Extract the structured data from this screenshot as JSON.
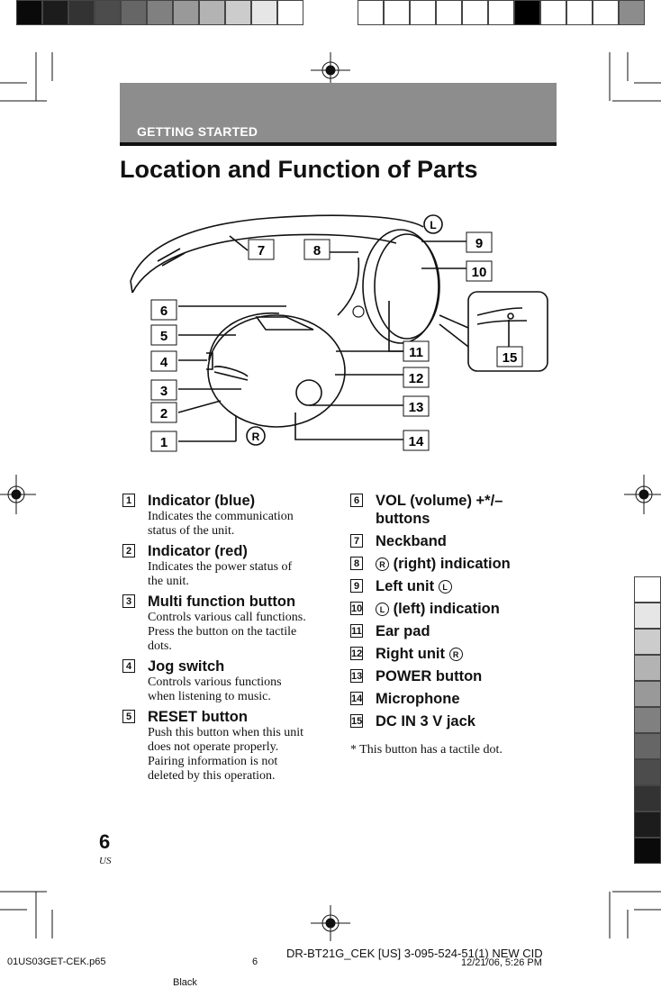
{
  "color_bars": {
    "top_left": [
      "#0a0a0a",
      "#1c1c1c",
      "#333333",
      "#4c4c4c",
      "#666666",
      "#808080",
      "#999999",
      "#b3b3b3",
      "#cccccc",
      "#e6e6e6",
      "#ffffff"
    ],
    "top_right": [
      "#ffffff",
      "#ffffff",
      "#ffffff",
      "#ffffff",
      "#ffffff",
      "#ffffff",
      "#000000",
      "#ffffff",
      "#ffffff",
      "#ffffff",
      "#8c8c8c"
    ],
    "right": [
      "#ffffff",
      "#e6e6e6",
      "#cccccc",
      "#b3b3b3",
      "#999999",
      "#808080",
      "#666666",
      "#4c4c4c",
      "#333333",
      "#1c1c1c",
      "#0a0a0a"
    ]
  },
  "header": {
    "section": "GETTING STARTED",
    "title": "Location and Function of Parts"
  },
  "figure": {
    "callouts": [
      "1",
      "2",
      "3",
      "4",
      "5",
      "6",
      "7",
      "8",
      "9",
      "10",
      "11",
      "12",
      "13",
      "14",
      "15"
    ],
    "mark_r": "R",
    "mark_l": "L"
  },
  "legend": {
    "left": [
      {
        "num": "1",
        "label": "Indicator (blue)",
        "desc": [
          "Indicates the communication",
          "status of the unit."
        ]
      },
      {
        "num": "2",
        "label": "Indicator (red)",
        "desc": [
          "Indicates the power status of",
          "the unit."
        ]
      },
      {
        "num": "3",
        "label": "Multi function button",
        "desc": [
          "Controls various call functions.",
          "Press the button on the tactile",
          "dots."
        ]
      },
      {
        "num": "4",
        "label": "Jog switch",
        "desc": [
          "Controls various functions",
          "when listening to music."
        ]
      },
      {
        "num": "5",
        "label": "RESET button",
        "desc": [
          "Push this button when this unit",
          "does not operate properly.",
          "Pairing information is not",
          "deleted by this operation."
        ]
      }
    ],
    "right": [
      {
        "num": "6",
        "label_line1": "VOL (volume) +*/–",
        "label_line2": "buttons"
      },
      {
        "num": "7",
        "label": "Neckband"
      },
      {
        "num": "8",
        "pre": "",
        "circle": "R",
        "label": " (right) indication"
      },
      {
        "num": "9",
        "label": "Left unit ",
        "circle_after": "L"
      },
      {
        "num": "10",
        "circle": "L",
        "label": " (left) indication"
      },
      {
        "num": "11",
        "label": "Ear pad"
      },
      {
        "num": "12",
        "label": "Right unit ",
        "circle_after": "R"
      },
      {
        "num": "13",
        "label": "POWER button"
      },
      {
        "num": "14",
        "label": "Microphone"
      },
      {
        "num": "15",
        "label": "DC IN 3 V jack"
      }
    ],
    "note": "* This button has a tactile dot."
  },
  "page": {
    "number": "6",
    "region": "US"
  },
  "footer": {
    "file": "01US03GET-CEK.p65",
    "page": "6",
    "model": "DR-BT21G_CEK [US] 3-095-524-51(1) NEW CID",
    "date": "12/21/06, 5:26 PM",
    "plate": "Black"
  }
}
